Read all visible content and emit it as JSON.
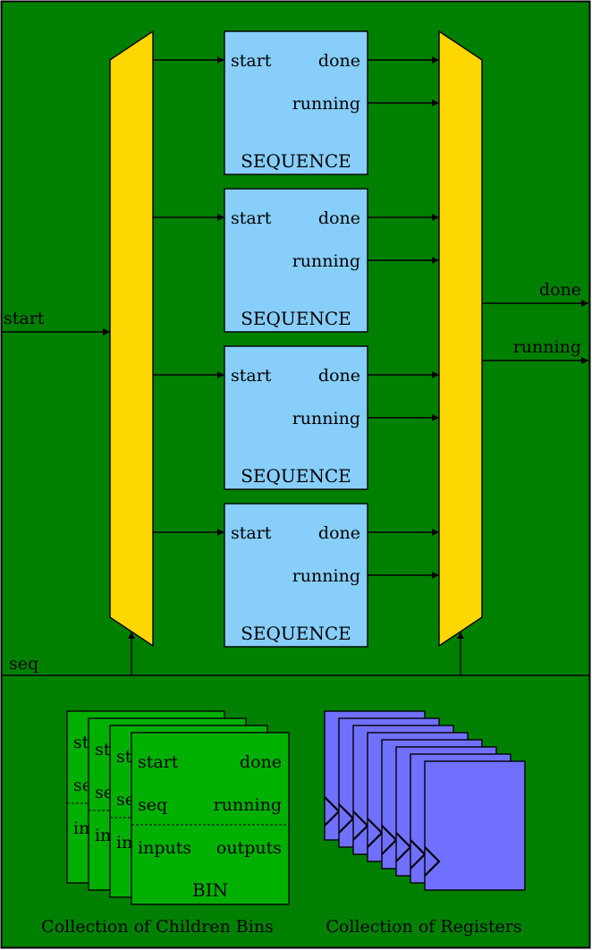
{
  "diagram": {
    "colors": {
      "background": "#008000",
      "mux": "#ffd700",
      "sequence": "#87cefa",
      "bin": "#00b000",
      "register": "#7070ff",
      "line": "#000000"
    },
    "input_start": "start",
    "input_seq": "seq",
    "output_done": "done",
    "output_running": "running",
    "sequences": [
      {
        "start": "start",
        "done": "done",
        "running": "running",
        "title": "SEQUENCE"
      },
      {
        "start": "start",
        "done": "done",
        "running": "running",
        "title": "SEQUENCE"
      },
      {
        "start": "start",
        "done": "done",
        "running": "running",
        "title": "SEQUENCE"
      },
      {
        "start": "start",
        "done": "done",
        "running": "running",
        "title": "SEQUENCE"
      }
    ],
    "bin": {
      "start": "start",
      "done": "done",
      "seq": "seq",
      "running": "running",
      "inputs": "inputs",
      "outputs": "outputs",
      "title": "BIN",
      "stack_left_a": "st",
      "stack_left_b": "se",
      "stack_left_c": "in"
    },
    "register_count": 8,
    "caption_bins": "Collection of Children Bins",
    "caption_registers": "Collection of Registers"
  }
}
